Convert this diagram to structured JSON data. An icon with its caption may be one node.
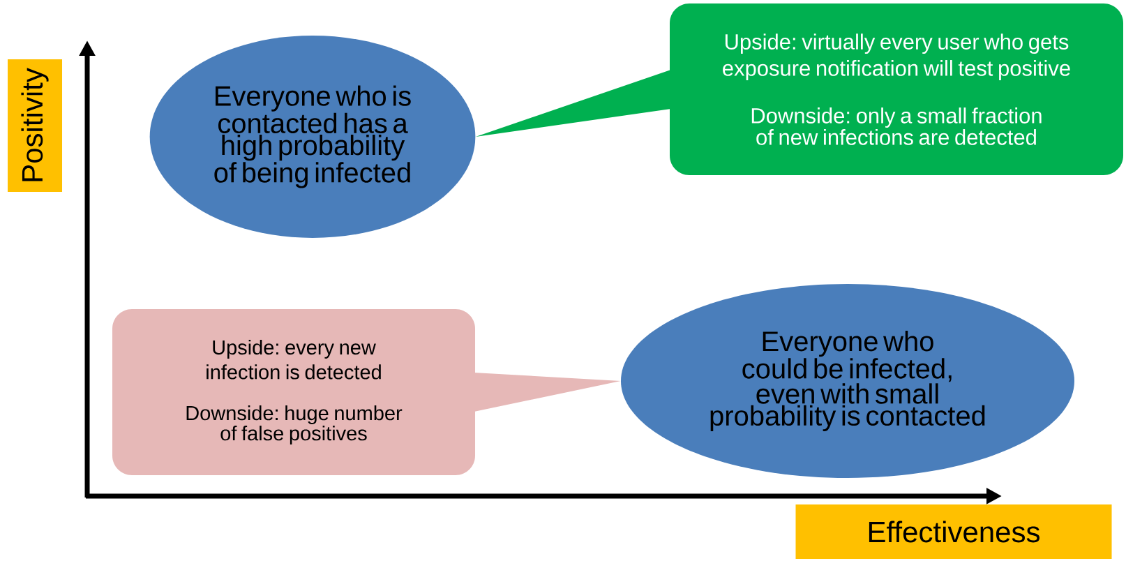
{
  "diagram": {
    "nodes": [
      {
        "text": [
          "Positivity"
        ]
      },
      {
        "text": [
          "Everyone who is contacted has a high probability of being infected"
        ]
      },
      {
        "text": [
          "Upside: virtually every user who gets exposure notification will test positive",
          "Downside: only a small fraction of new infections are detected"
        ]
      },
      {
        "text": [
          "Upside: every new infection is detected",
          "Downside: huge number of false positives"
        ]
      },
      {
        "text": [
          "Everyone who could be infected, even with small probability is contacted"
        ]
      },
      {
        "text": [
          "Effectiveness"
        ]
      }
    ],
    "edges": [
      {
        "from": 2,
        "to": 1,
        "arrow": "none",
        "color": "#00b050"
      },
      {
        "from": 3,
        "to": 4,
        "arrow": "none",
        "color": "#e6b8b7"
      }
    ]
  }
}
